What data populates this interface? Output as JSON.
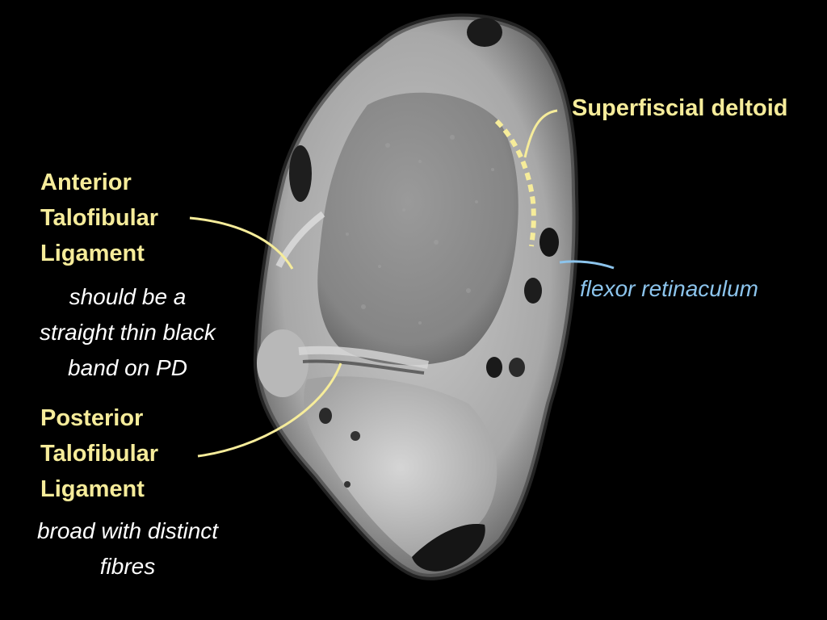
{
  "colors": {
    "background": "#000000",
    "label_yellow": "#f6ec9a",
    "note_white": "#ffffff",
    "retinaculum_blue": "#8cc4ec"
  },
  "labels": {
    "superficial_deltoid": "Superfiscial deltoid",
    "atfl": [
      "Anterior",
      "Talofibular",
      "Ligament"
    ],
    "atfl_note": [
      "should be a",
      "straight thin black",
      "band on PD"
    ],
    "ptfl": [
      "Posterior",
      "Talofibular",
      "Ligament"
    ],
    "ptfl_note": [
      "broad with distinct",
      "fibres"
    ],
    "flexor_retinaculum": "flexor retinaculum"
  }
}
